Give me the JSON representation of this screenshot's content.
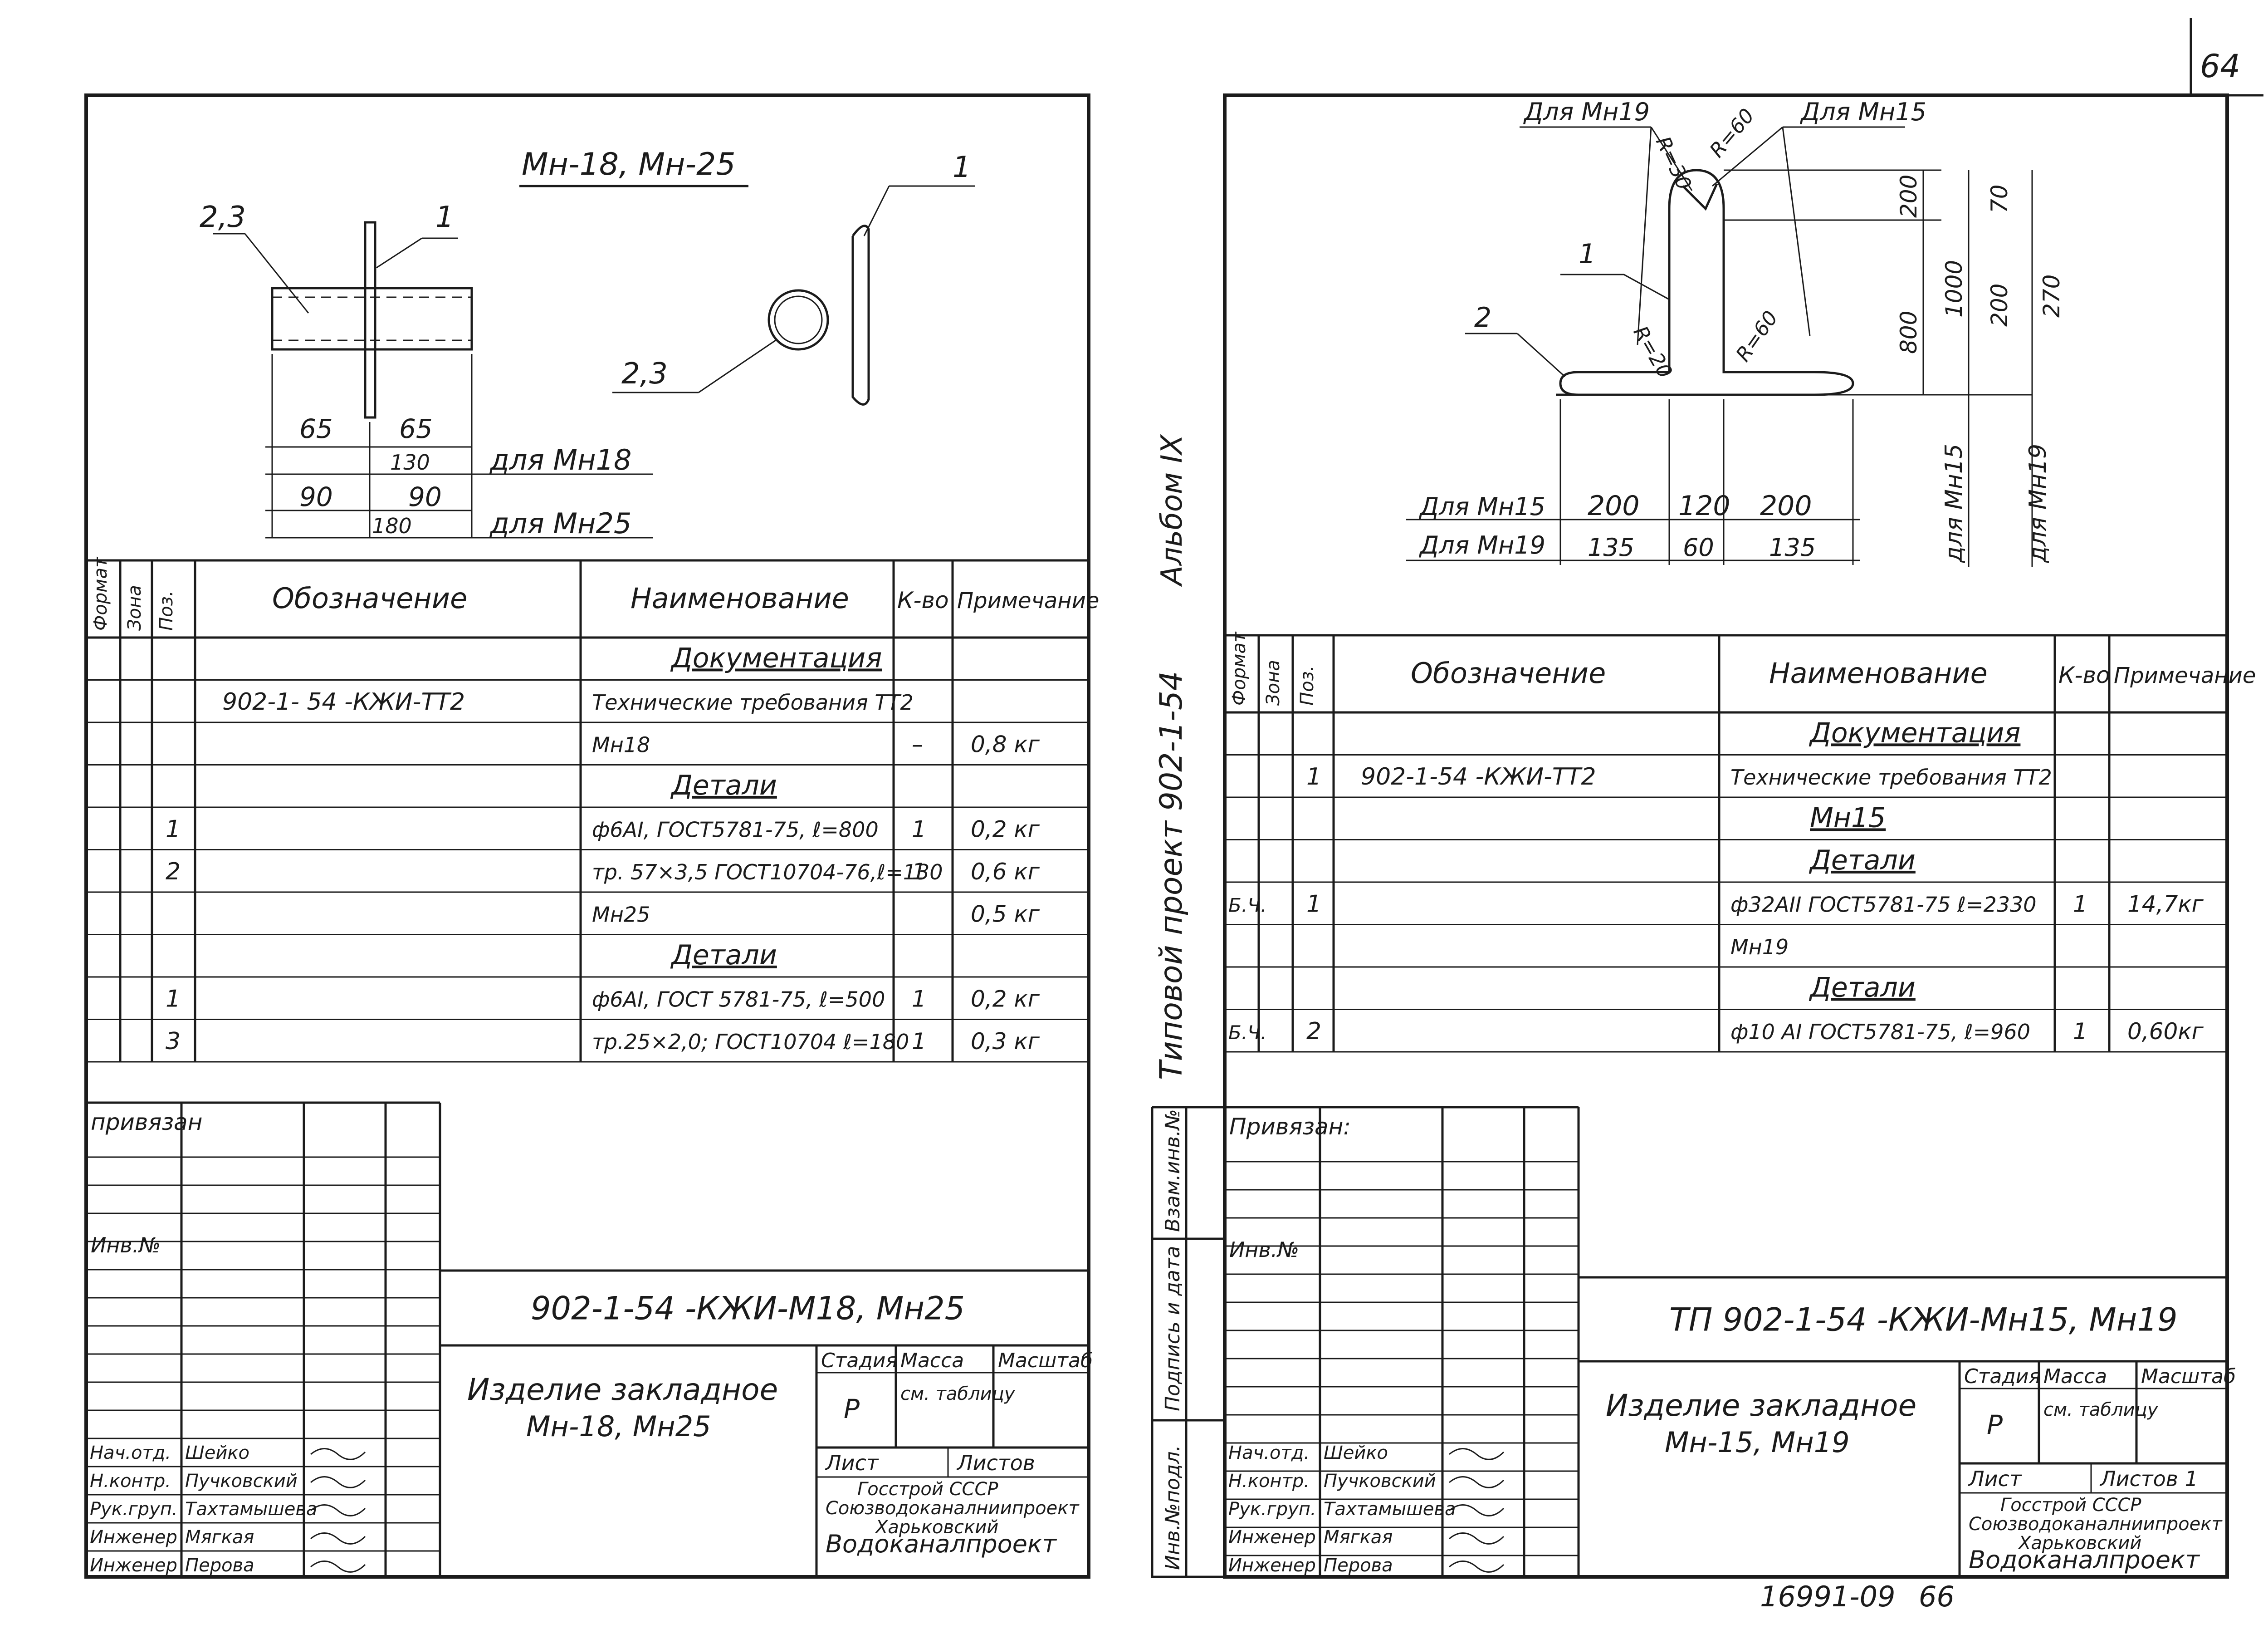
{
  "page": {
    "sheet_number": "64",
    "archive_number": "16991-09",
    "archive_page": "66"
  },
  "binding": {
    "album": "Альбом IX",
    "project": "Типовой проект 902-1-54",
    "stamp_cells": [
      "Инв.№подл.",
      "Подпись и дата",
      "Взам.инв.№"
    ]
  },
  "left": {
    "drawing": {
      "title": "Мн-18, Мн-25",
      "callouts": [
        "2,3",
        "1",
        "1",
        "2,3"
      ],
      "dims": [
        "65",
        "65",
        "130",
        "для Мн18",
        "90",
        "90",
        "180",
        "для Мн25"
      ]
    },
    "spec": {
      "headers": [
        "Формат",
        "Зона",
        "Поз.",
        "Обозначение",
        "Наименование",
        "К-во",
        "Примечание"
      ],
      "rows": [
        {
          "poz": "",
          "designation": "",
          "name": "Документация",
          "qty": "",
          "note": "",
          "heading": true
        },
        {
          "poz": "",
          "designation": "902-1- 54 -КЖИ-ТТ2",
          "name": "Технические требования ТТ2",
          "qty": "",
          "note": ""
        },
        {
          "poz": "",
          "designation": "",
          "name": "Мн18",
          "qty": "–",
          "note": "0,8 кг"
        },
        {
          "poz": "",
          "designation": "",
          "name": "Детали",
          "qty": "",
          "note": "",
          "heading": true
        },
        {
          "poz": "1",
          "designation": "",
          "name": "ф6AI, ГОСТ5781-75, ℓ=800",
          "qty": "1",
          "note": "0,2 кг"
        },
        {
          "poz": "2",
          "designation": "",
          "name": "тр. 57×3,5 ГОСТ10704-76,ℓ=130",
          "qty": "1",
          "note": "0,6 кг"
        },
        {
          "poz": "",
          "designation": "",
          "name": "Мн25",
          "qty": "",
          "note": "0,5 кг"
        },
        {
          "poz": "",
          "designation": "",
          "name": "Детали",
          "qty": "",
          "note": "",
          "heading": true
        },
        {
          "poz": "1",
          "designation": "",
          "name": "ф6AI, ГОСТ 5781-75, ℓ=500",
          "qty": "1",
          "note": "0,2 кг"
        },
        {
          "poz": "3",
          "designation": "",
          "name": "тр.25×2,0; ГОСТ10704 ℓ=180",
          "qty": "1",
          "note": "0,3 кг"
        }
      ]
    },
    "title_block": {
      "bound": "привязан",
      "inv": "Инв.№",
      "code": "902-1-54 -КЖИ-М18, Мн25",
      "item_name": "Изделие закладное",
      "item_marks": "Мн-18, Мн25",
      "stage_label": "Стадия",
      "mass_label": "Масса",
      "scale_label": "Масштаб",
      "stage_value": "Р",
      "mass_value": "см. таблицу",
      "sheet_label": "Лист",
      "sheets_label": "Листов",
      "org": [
        "Госстрой СССР",
        "Союзводоканалниипроект",
        "Харьковский",
        "Водоканалпроект"
      ],
      "staff": [
        {
          "role": "Нач.отд.",
          "name": "Шейко"
        },
        {
          "role": "Н.контр.",
          "name": "Пучковский"
        },
        {
          "role": "Рук.груп.",
          "name": "Тахтамышева"
        },
        {
          "role": "Инженер",
          "name": "Мягкая"
        },
        {
          "role": "Инженер",
          "name": "Перова"
        }
      ]
    }
  },
  "right": {
    "drawing": {
      "labels": [
        "Для Мн19",
        "R=30",
        "R=60",
        "Для Мн15",
        "1",
        "2",
        "R=20",
        "R=60"
      ],
      "vdims": [
        "200",
        "70",
        "800",
        "1000",
        "200",
        "270",
        "для Мн15",
        "для Мн19"
      ],
      "hdims": [
        "Для Мн15",
        "200",
        "120",
        "200",
        "Для Мн19",
        "135",
        "60",
        "135"
      ]
    },
    "spec": {
      "headers": [
        "Формат",
        "Зона",
        "Поз.",
        "Обозначение",
        "Наименование",
        "К-во",
        "Примечание"
      ],
      "rows": [
        {
          "fmt": "",
          "poz": "",
          "designation": "",
          "name": "Документация",
          "qty": "",
          "note": "",
          "heading": true
        },
        {
          "fmt": "",
          "poz": "1",
          "designation": "902-1-54 -КЖИ-ТТ2",
          "name": "Технические требования ТТ2",
          "qty": "",
          "note": ""
        },
        {
          "fmt": "",
          "poz": "",
          "designation": "",
          "name": "Мн15",
          "qty": "",
          "note": "",
          "heading": true
        },
        {
          "fmt": "",
          "poz": "",
          "designation": "",
          "name": "Детали",
          "qty": "",
          "note": "",
          "heading": true
        },
        {
          "fmt": "Б.Ч.",
          "poz": "1",
          "designation": "",
          "name": "ф32AII ГОСТ5781-75 ℓ=2330",
          "qty": "1",
          "note": "14,7кг"
        },
        {
          "fmt": "",
          "poz": "",
          "designation": "",
          "name": "Мн19",
          "qty": "",
          "note": ""
        },
        {
          "fmt": "",
          "poz": "",
          "designation": "",
          "name": "Детали",
          "qty": "",
          "note": "",
          "heading": true
        },
        {
          "fmt": "Б.Ч.",
          "poz": "2",
          "designation": "",
          "name": "ф10 AI ГОСТ5781-75, ℓ=960",
          "qty": "1",
          "note": "0,60кг"
        }
      ]
    },
    "title_block": {
      "bound": "Привязан:",
      "inv": "Инв.№",
      "code": "ТП 902-1-54 -КЖИ-Мн15, Мн19",
      "item_name": "Изделие закладное",
      "item_marks": "Мн-15, Мн19",
      "stage_label": "Стадия",
      "mass_label": "Масса",
      "scale_label": "Масштаб",
      "stage_value": "Р",
      "mass_value": "см. таблицу",
      "sheet_label": "Лист",
      "sheets_label": "Листов 1",
      "org": [
        "Госстрой СССР",
        "Союзводоканалниипроект",
        "Харьковский",
        "Водоканалпроект"
      ],
      "staff": [
        {
          "role": "Нач.отд.",
          "name": "Шейко"
        },
        {
          "role": "Н.контр.",
          "name": "Пучковский"
        },
        {
          "role": "Рук.груп.",
          "name": "Тахтамышева"
        },
        {
          "role": "Инженер",
          "name": "Мягкая"
        },
        {
          "role": "Инженер",
          "name": "Перова"
        }
      ]
    }
  }
}
